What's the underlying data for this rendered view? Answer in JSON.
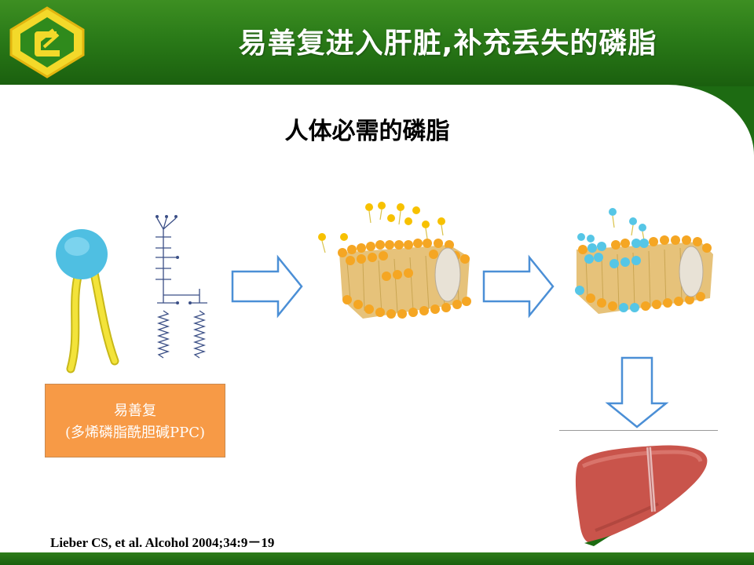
{
  "header": {
    "title": "易善复进入肝脏,补充丢失的磷脂"
  },
  "subtitle": "人体必需的磷脂",
  "drug_box": {
    "line1": "易善复",
    "line2": "(多烯磷脂酰胆碱PPC)"
  },
  "reference": "Lieber CS, et al. Alcohol 2004;34:9－19",
  "colors": {
    "header_green": "#2a7a18",
    "box_orange": "#f79a46",
    "head_blue": "#56c6e6",
    "lipid_orange": "#f5a623",
    "tail_yellow": "#f3e33a",
    "arrow_blue": "#4b8fd6",
    "liver": "#c9544b"
  }
}
